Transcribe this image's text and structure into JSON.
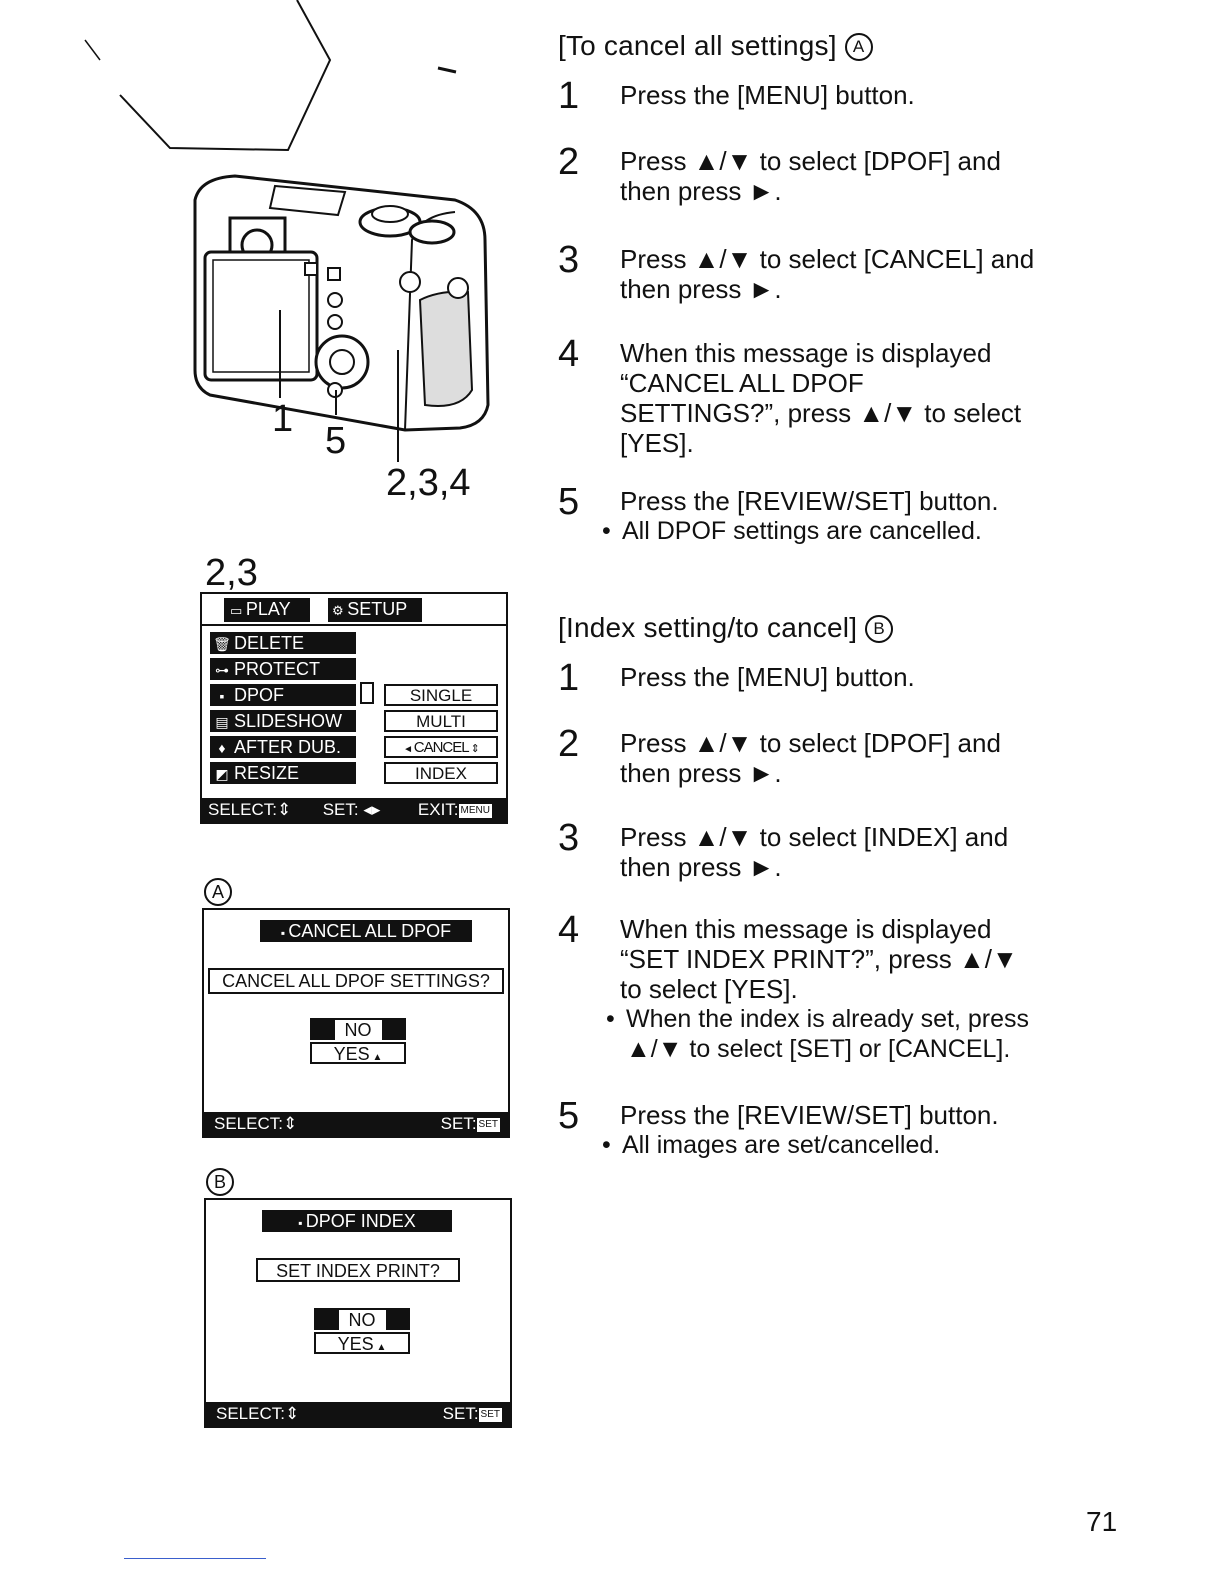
{
  "illustration": {
    "callouts": [
      "1",
      "5",
      "2,3,4"
    ],
    "screen_label": "2,3"
  },
  "setup_menu": {
    "tabs": [
      "PLAY",
      "SETUP"
    ],
    "items": [
      {
        "icon": "trash-icon",
        "label": "DELETE"
      },
      {
        "icon": "key-icon",
        "label": "PROTECT"
      },
      {
        "icon": "print-icon",
        "label": "DPOF"
      },
      {
        "icon": "slideshow-icon",
        "label": "SLIDESHOW"
      },
      {
        "icon": "microphone-icon",
        "label": "AFTER DUB."
      },
      {
        "icon": "resize-icon",
        "label": "RESIZE"
      }
    ],
    "options": [
      "SINGLE",
      "MULTI",
      "CANCEL",
      "INDEX"
    ],
    "footer": {
      "select": "SELECT:",
      "set": "SET:",
      "exit": "EXIT:",
      "exit_key": "MENU"
    }
  },
  "screen_a": {
    "marker": "A",
    "title": "CANCEL ALL DPOF",
    "message": "CANCEL ALL DPOF SETTINGS?",
    "no": "NO",
    "yes": "YES",
    "footer": {
      "select": "SELECT:",
      "set": "SET:",
      "set_key": "SET"
    }
  },
  "screen_b": {
    "marker": "B",
    "title": "DPOF INDEX",
    "message": "SET INDEX PRINT?",
    "no": "NO",
    "yes": "YES",
    "footer": {
      "select": "SELECT:",
      "set": "SET:",
      "set_key": "SET"
    }
  },
  "cancel_section": {
    "title": "[To cancel all settings]",
    "marker": "A",
    "steps": [
      {
        "num": "1",
        "lines": [
          "Press the [MENU] button."
        ]
      },
      {
        "num": "2",
        "lines": [
          "Press ▲/▼ to select [DPOF] and",
          "then press ►."
        ]
      },
      {
        "num": "3",
        "lines": [
          "Press ▲/▼ to select [CANCEL] and",
          "then press ►."
        ]
      },
      {
        "num": "4",
        "lines": [
          "When this message is displayed",
          "“CANCEL ALL DPOF",
          "SETTINGS?”, press ▲/▼ to select",
          "[YES]."
        ]
      },
      {
        "num": "5",
        "lines": [
          "Press the [REVIEW/SET] button."
        ],
        "bullet": "All DPOF settings are cancelled."
      }
    ]
  },
  "index_section": {
    "title": "[Index setting/to cancel]",
    "marker": "B",
    "steps": [
      {
        "num": "1",
        "lines": [
          "Press the [MENU] button."
        ]
      },
      {
        "num": "2",
        "lines": [
          "Press ▲/▼ to select [DPOF] and",
          "then press ►."
        ]
      },
      {
        "num": "3",
        "lines": [
          "Press ▲/▼ to select [INDEX] and",
          "then press ►."
        ]
      },
      {
        "num": "4",
        "lines": [
          "When this message is displayed",
          "“SET INDEX PRINT?”, press ▲/▼",
          "to select [YES]."
        ],
        "bullet_lines": [
          "When the index is already set, press",
          "▲/▼ to select [SET] or [CANCEL]."
        ]
      },
      {
        "num": "5",
        "lines": [
          "Press the [REVIEW/SET] button."
        ],
        "bullet": "All images are set/cancelled."
      }
    ]
  },
  "page_number": "71"
}
